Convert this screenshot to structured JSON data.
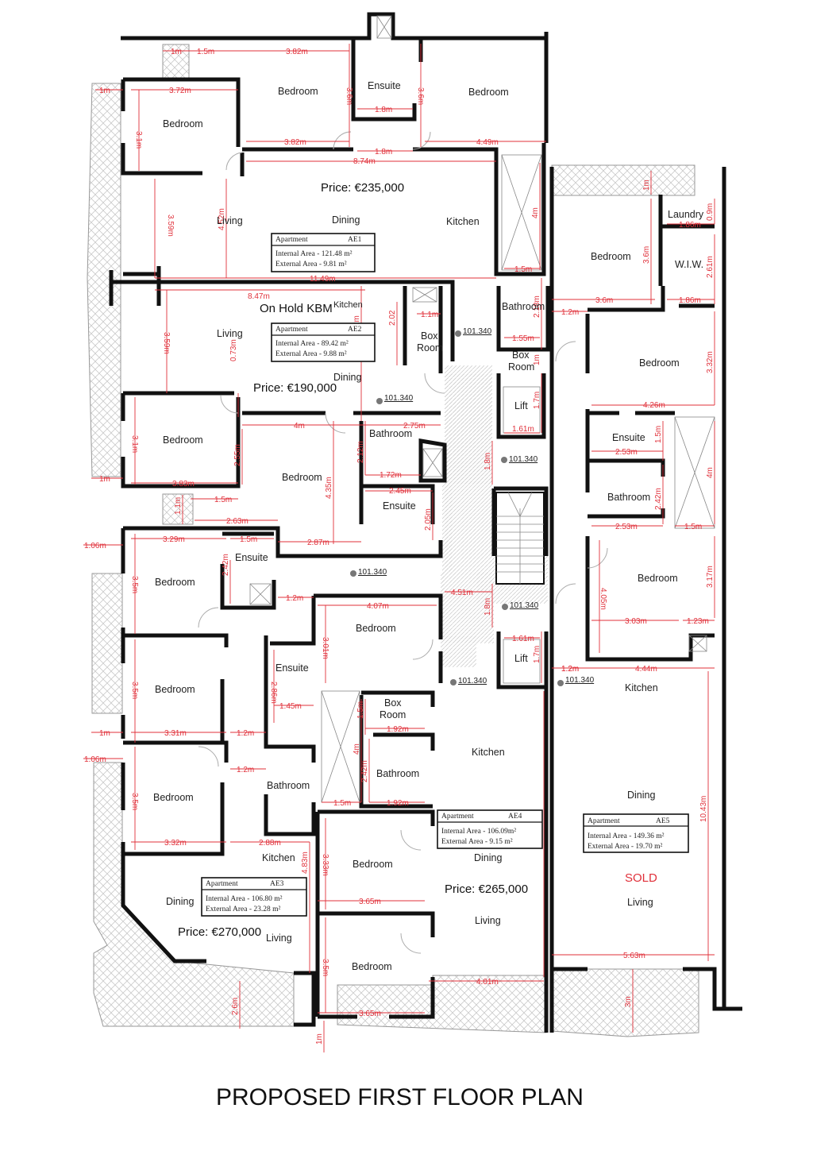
{
  "title": "PROPOSED FIRST FLOOR PLAN",
  "level_marker": "101.340",
  "apartments": [
    {
      "id": "AE1",
      "label": "Apartment",
      "internal": "Internal Area  - 121.48 m²",
      "external": "External Area - 9.81 m²",
      "status": "Price: €235,000"
    },
    {
      "id": "AE2",
      "label": "Apartment",
      "internal": "Internal Area  - 89.42 m²",
      "external": "External Area - 9.88 m²",
      "status": "Price: €190,000",
      "hold": "On Hold KBM"
    },
    {
      "id": "AE3",
      "label": "Apartment",
      "internal": "Internal Area  - 106.80 m²",
      "external": "External Area - 23.28 m²",
      "status": "Price: €270,000"
    },
    {
      "id": "AE4",
      "label": "Apartment",
      "internal": "Internal Area  - 106.09m²",
      "external": "External Area - 9.15 m²",
      "status": "Price: €265,000"
    },
    {
      "id": "AE5",
      "label": "Apartment",
      "internal": "Internal Area  - 149.36 m²",
      "external": "External Area - 19.70 m²",
      "status": "SOLD"
    }
  ],
  "rooms": {
    "bedroom": "Bedroom",
    "ensuite": "Ensuite",
    "living": "Living",
    "dining": "Dining",
    "kitchen": "Kitchen",
    "bathroom": "Bathroom",
    "box": "Box",
    "room": "Room",
    "lift": "Lift",
    "laundry": "Laundry",
    "wiw": "W.I.W."
  },
  "dims": {
    "d1": "1m",
    "d2": "1.5m",
    "d3": "3.82m",
    "d4": "1m",
    "d5": "3.72m",
    "d6": "3.1m",
    "d7": "3.6m",
    "d8": "1.8m",
    "d9": "3.6m",
    "d10": "3.82m",
    "d11": "1.8m",
    "d12": "4.49m",
    "d13": "8.74m",
    "d14": "3.59m",
    "d15": "4.52m",
    "d16": "4m",
    "d17": "1.5m",
    "d18": "11.49m",
    "d19": "8.47m",
    "d20": "1.1m",
    "d21": "2.02",
    "d22": "3.59m",
    "d23": "4.52m",
    "d24": "2.18m",
    "d25": "1.55m",
    "d26": "1m",
    "d27": "0.73m",
    "d28": "2.75m",
    "d29": "1.7m",
    "d30": "1.61m",
    "d31": "4m",
    "d32": "3.1m",
    "d33": "2.55m",
    "d34": "2.12m",
    "d35": "1.72m",
    "d36": "1.8m",
    "d37": "4.35m",
    "d38": "2.45m",
    "d39": "2.05m",
    "d40": "1m",
    "d41": "3.83m",
    "d42": "1.5m",
    "d43": "1.1m",
    "d44": "2.63m",
    "d45": "1m",
    "d46": "1.86m",
    "d47": "0.9m",
    "d48": "3.6m",
    "d49": "2.61m",
    "d50": "3.6m",
    "d51": "1.86m",
    "d52": "1.2m",
    "d53": "3.32m",
    "d54": "4.26m",
    "d55": "1.5m",
    "d56": "2.53m",
    "d57": "2.42m",
    "d58": "4m",
    "d59": "2.53m",
    "d60": "1.5m",
    "d61": "4.05m",
    "d62": "3.17m",
    "d63": "3.03m",
    "d64": "1.23m",
    "d65": "1.2m",
    "d66": "4.44m",
    "d67": "10.43m",
    "d68": "5.63m",
    "d69": "3m",
    "d70": "1.06m",
    "d71": "3.29m",
    "d72": "1.5m",
    "d73": "2.87m",
    "d74": "2.42m",
    "d75": "3.5m",
    "d76": "1.2m",
    "d77": "4.07m",
    "d78": "3.01m",
    "d79": "3.5m",
    "d80": "2.86m",
    "d81": "1.45m",
    "d82": "1m",
    "d83": "3.31m",
    "d84": "1.2m",
    "d85": "1.5m",
    "d86": "1.92m",
    "d87": "4m",
    "d88": "1.06m",
    "d89": "1.2m",
    "d90": "2.42m",
    "d91": "1.5m",
    "d92": "1.92m",
    "d93": "3.5m",
    "d94": "3.32m",
    "d95": "2.88m",
    "d96": "4.83m",
    "d97": "3.33m",
    "d98": "3.65m",
    "d99": "3.5m",
    "d100": "3.65m",
    "d101": "4.01m",
    "d102": "2.6m",
    "d103": "1m",
    "d104": "4.51m",
    "d105": "1.8m",
    "d106": "1.61m",
    "d107": "1.7m",
    "d108": "1.2m"
  }
}
